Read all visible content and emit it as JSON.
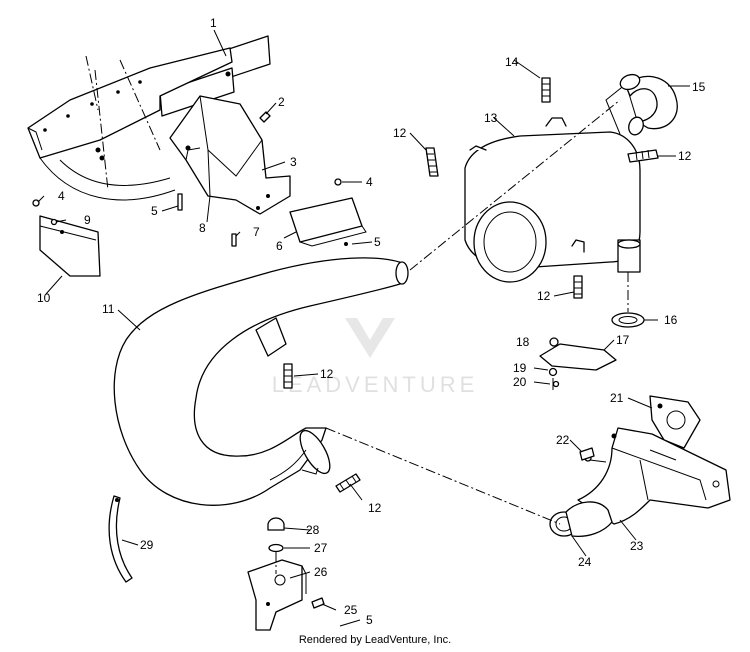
{
  "watermark": {
    "brand": "LEADVENTURE"
  },
  "credit": "Rendered by LeadVenture, Inc.",
  "callouts": {
    "c1": "1",
    "c2": "2",
    "c3": "3",
    "c4a": "4",
    "c4b": "4",
    "c5a": "5",
    "c5b": "5",
    "c5c": "5",
    "c6": "6",
    "c7": "7",
    "c8": "8",
    "c9": "9",
    "c10": "10",
    "c11": "11",
    "c12a": "12",
    "c12b": "12",
    "c12c": "12",
    "c12d": "12",
    "c12e": "12",
    "c13": "13",
    "c14": "14",
    "c15": "15",
    "c16": "16",
    "c17": "17",
    "c18": "18",
    "c19": "19",
    "c20": "20",
    "c21": "21",
    "c22": "22",
    "c23": "23",
    "c24": "24",
    "c25": "25",
    "c26": "26",
    "c27": "27",
    "c28": "28",
    "c29": "29"
  }
}
